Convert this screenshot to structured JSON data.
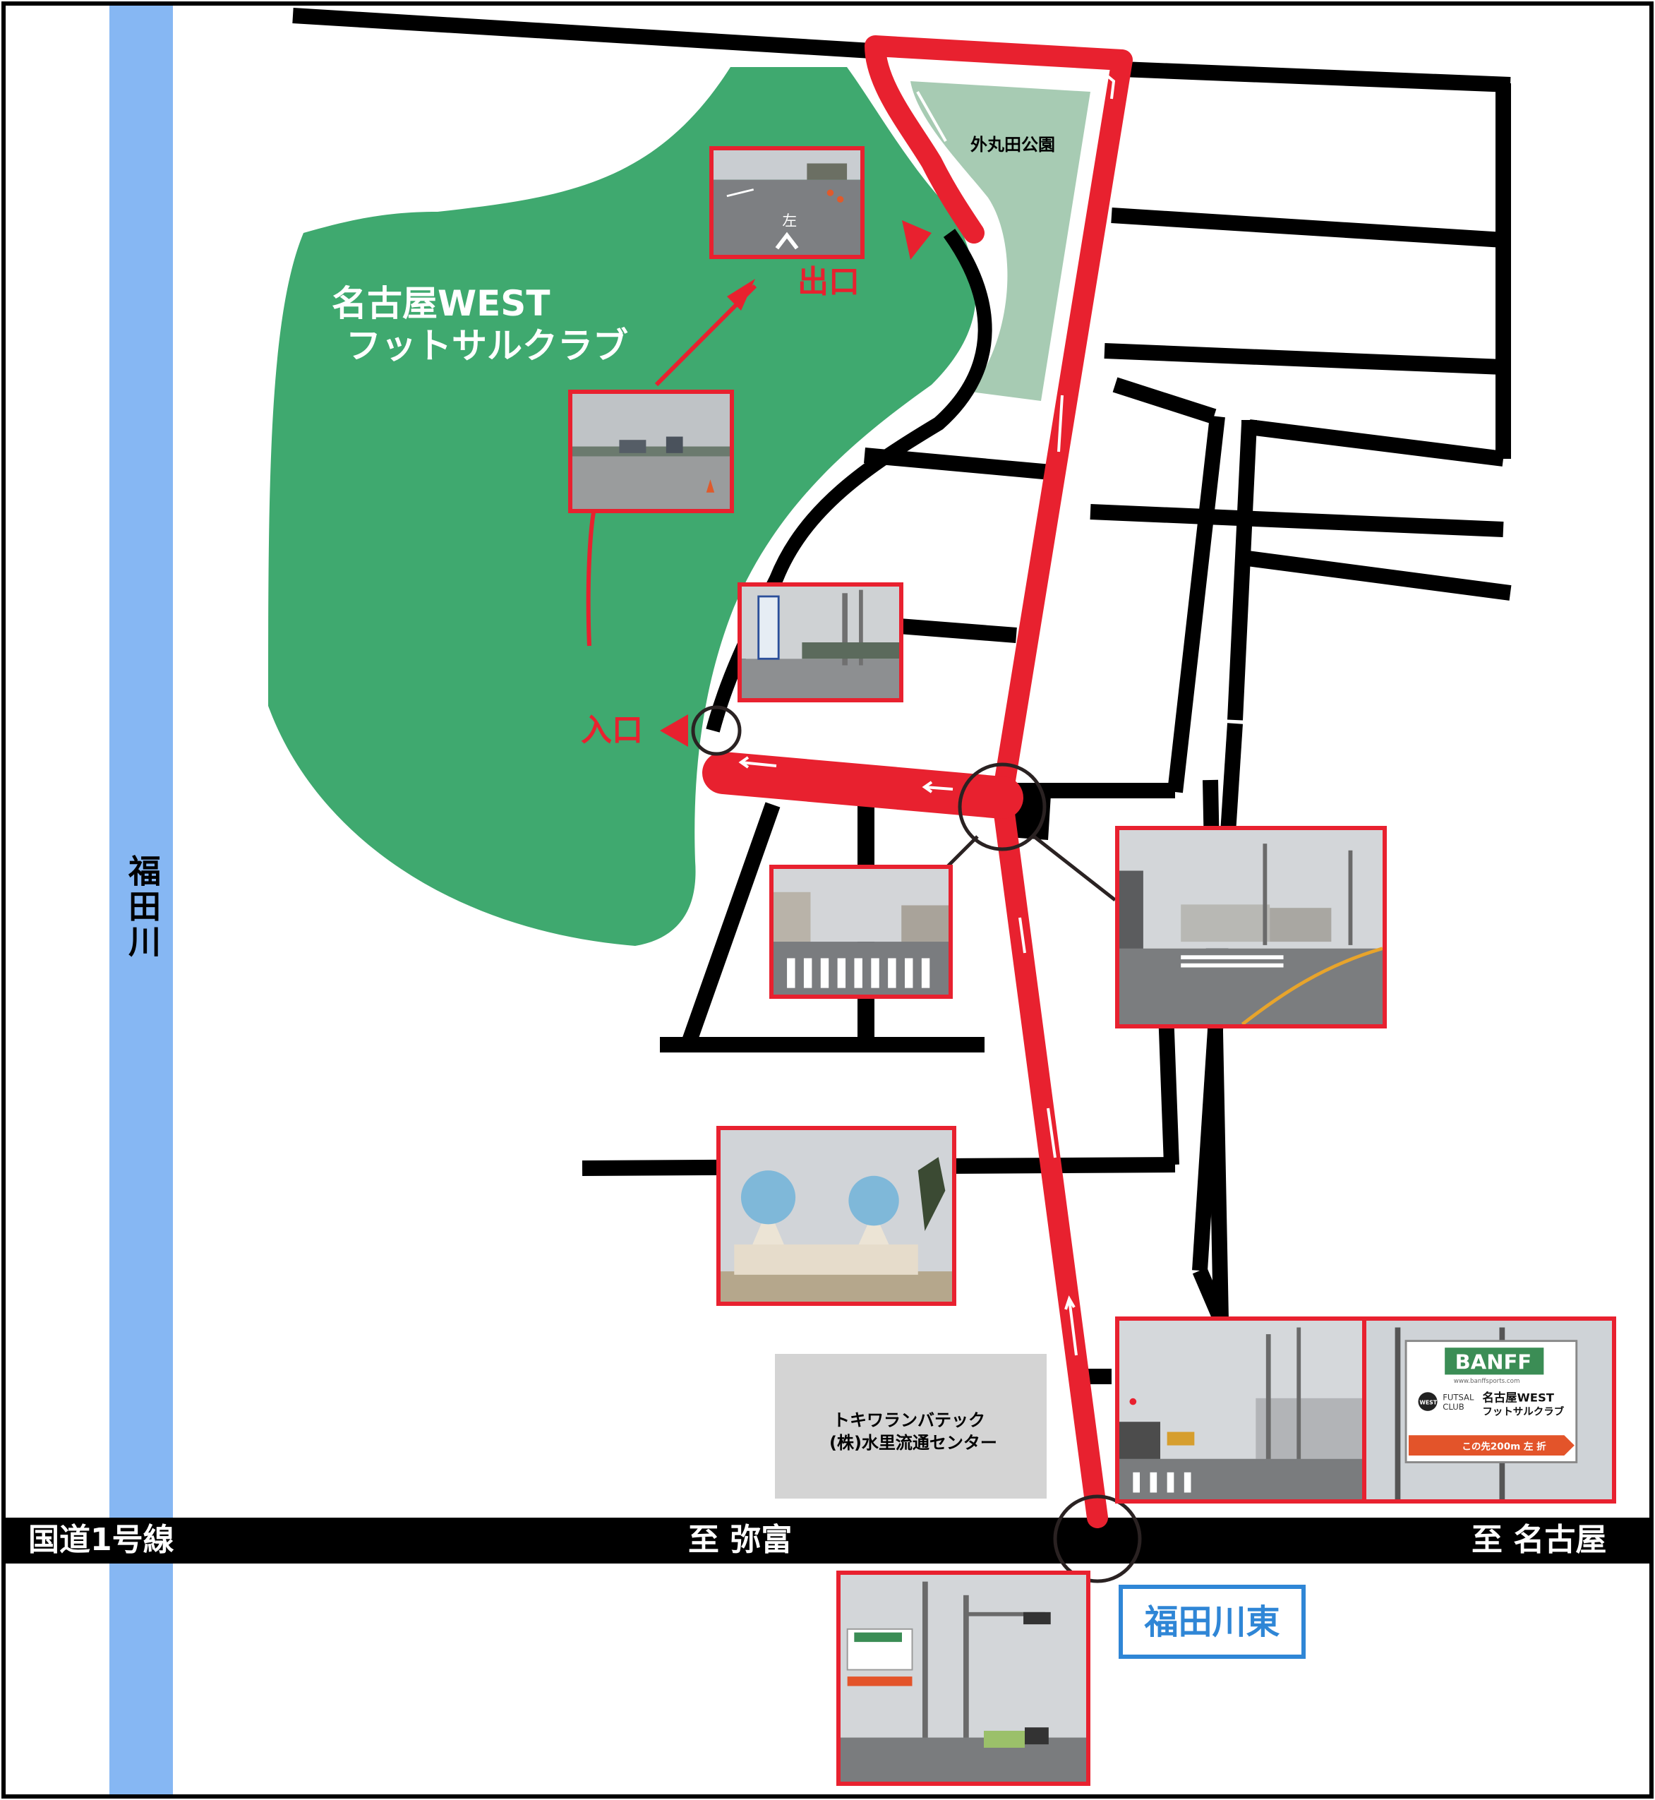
{
  "colors": {
    "route": "#e8212f",
    "field": "#3fa96f",
    "park": "#a7cbb3",
    "river": "#86b7f3",
    "road": "#000000",
    "building": "#d4d4d4",
    "station_border": "#2f86d6"
  },
  "map": {
    "field_name_line1": "名古屋WEST",
    "field_name_line2": "フットサルクラブ",
    "park_name": "外丸田公園",
    "entrance_label": "入口",
    "exit_label": "出口",
    "river_name": "福田川",
    "highway_name": "国道1号線",
    "direction_left": "至 弥富",
    "direction_right": "至 名古屋",
    "building_name_line1": "トキワランバテック",
    "building_name_line2": "(株)水里流通センター",
    "intersection_name": "福田川東",
    "lot_marking": "左"
  },
  "sign": {
    "brand": "BANFF",
    "url": "www.banffsports.com",
    "futsal": "FUTSAL",
    "club": "CLUB",
    "west": "WEST",
    "club_name_line1": "名古屋WEST",
    "club_name_line2": "フットサルクラブ",
    "direction": "この先200m 左 折"
  }
}
